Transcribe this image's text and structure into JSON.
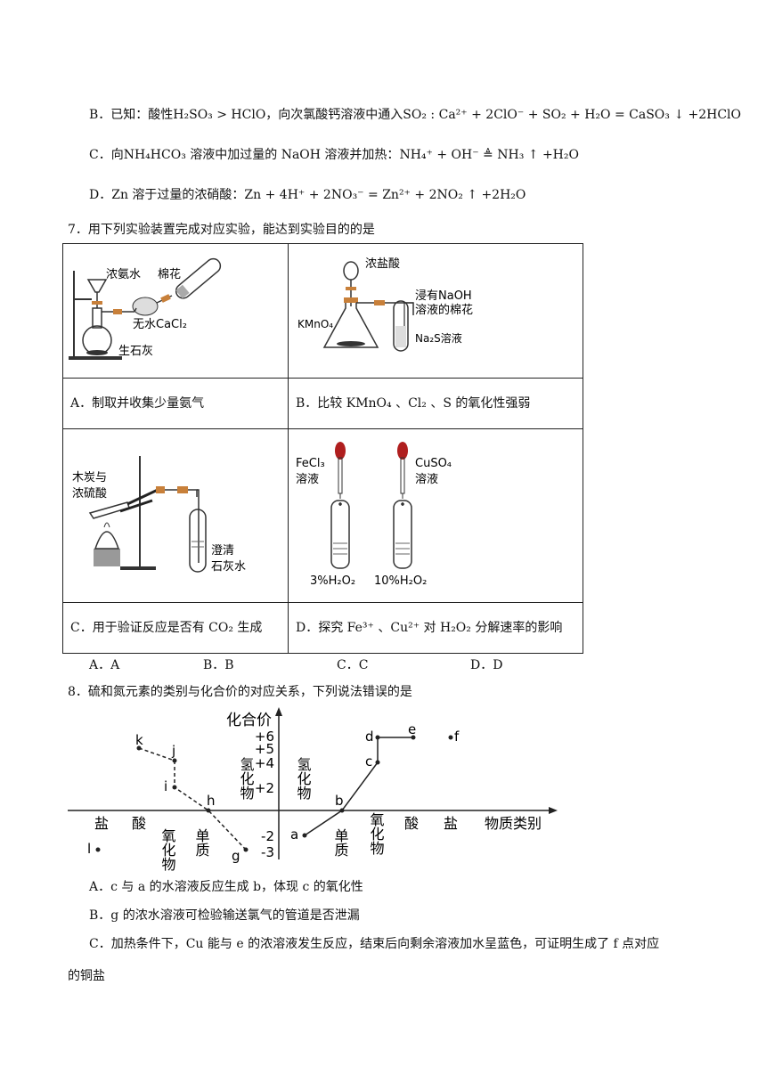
{
  "q6": {
    "optB": {
      "prefix": "B．已知：酸性",
      "formula": "H₂SO₃ > HClO，向次氯酸钙溶液中通入SO₂ : Ca²⁺ + 2ClO⁻ + SO₂ + H₂O = CaSO₃ ↓ +2HClO"
    },
    "optC": {
      "prefix": "C．向",
      "middle": "NH₄HCO₃ 溶液中加过量的 NaOH 溶液并加热：",
      "formula": "NH₄⁺ + OH⁻ ≜ NH₃ ↑ +H₂O"
    },
    "optD": {
      "prefix": "D．Zn 溶于过量的浓硝酸：",
      "formula": "Zn + 4H⁺ + 2NO₃⁻ = Zn²⁺ + 2NO₂ ↑ +2H₂O"
    }
  },
  "q7": {
    "stem": "7．用下列实验装置完成对应实验，能达到实验目的的是",
    "figA": {
      "labels": [
        "浓氨水",
        "棉花",
        "无水CaCl₂",
        "生石灰"
      ]
    },
    "figB": {
      "labels": [
        "浓盐酸",
        "浸有NaOH",
        "溶液的棉花",
        "KMnO₄",
        "Na₂S溶液"
      ]
    },
    "figC": {
      "labels": [
        "木炭与",
        "浓硫酸",
        "澄清",
        "石灰水"
      ]
    },
    "figD": {
      "labels": [
        "FeCl₃",
        "溶液",
        "CuSO₄",
        "溶液",
        "3%H₂O₂",
        "10%H₂O₂"
      ]
    },
    "capA": "A．制取并收集少量氨气",
    "capB": "B．比较 KMnO₄ 、Cl₂ 、S 的氧化性强弱",
    "capC": "C．用于验证反应是否有 CO₂ 生成",
    "capD": "D．探究 Fe³⁺ 、Cu²⁺ 对 H₂O₂ 分解速率的影响",
    "answers": [
      "A．A",
      "B．B",
      "C．C",
      "D．D"
    ]
  },
  "q8": {
    "stem": "8．硫和氮元素的类别与化合价的对应关系，下列说法错误的是",
    "chart_data": {
      "type": "scatter",
      "ylabel": "化合价",
      "xlabel": "物质类别",
      "yticks": [
        "+6",
        "+5",
        "+4",
        "+2",
        "-2",
        "-3"
      ],
      "xcats_left": [
        "盐",
        "酸",
        "氧化物",
        "单质",
        "氢化物"
      ],
      "xcats_right": [
        "氢化物",
        "单质",
        "氧化物",
        "酸",
        "盐"
      ],
      "points": [
        "k",
        "j",
        "i",
        "h",
        "g",
        "l",
        "a",
        "b",
        "c",
        "d",
        "e",
        "f"
      ]
    },
    "optA": "A．c 与 a 的水溶液反应生成 b，体现 c 的氧化性",
    "optB": "B．g 的浓水溶液可检验输送氯气的管道是否泄漏",
    "optC1": "C．加热条件下，Cu 能与 e 的浓溶液发生反应，结束后向剩余溶液加水呈蓝色，可证明生成了 f 点对应",
    "optC2": "的铜盐"
  }
}
